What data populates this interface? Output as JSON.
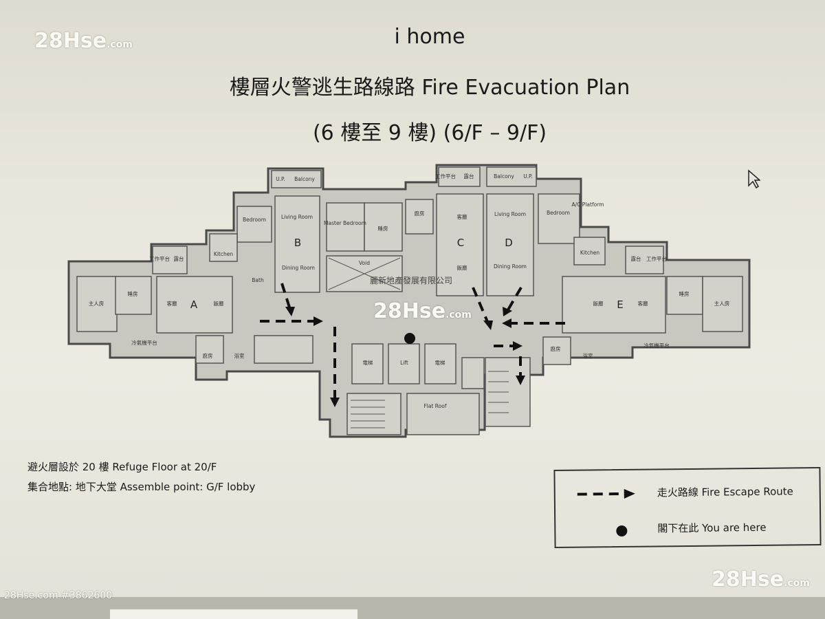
{
  "header": {
    "building": "i home",
    "plan_title": "樓層火警逃生路線路  Fire Evacuation Plan",
    "floors": "(6 樓至 9 樓) (6/F – 9/F)"
  },
  "watermark": {
    "brand": "28Hse",
    "suffix": ".com",
    "listing": "28Hse.com #3862600"
  },
  "plan": {
    "units": [
      "A",
      "B",
      "C",
      "D",
      "E"
    ],
    "rooms": {
      "up": "U.P.",
      "balcony": "Balcony",
      "bedroom": "Bedroom",
      "living_room": "Living Room",
      "master_bedroom": "Master Bedroom",
      "dining_room": "Dining Room",
      "kitchen": "Kitchen",
      "bath": "Bath",
      "lift": "Lift",
      "flat_roof": "Flat Roof",
      "void": "Void",
      "ac_platform": "A/C Platform",
      "cn_living": "客廳",
      "cn_dining": "飯廳",
      "cn_bedroom": "睡房",
      "cn_master": "主人房",
      "cn_kitchen": "廚房",
      "cn_bath": "浴室",
      "cn_lift": "電梯",
      "cn_balcony": "露台",
      "cn_ws": "工作平台",
      "cn_ac": "冷氣機平台"
    },
    "company": "麗新地產發展有限公司"
  },
  "notes": {
    "refuge": "避火層設於 20 樓 Refuge Floor at 20/F",
    "assembly": "集合地點: 地下大堂   Assemble point: G/F lobby"
  },
  "legend": {
    "route": "走火路線 Fire Escape Route",
    "here": "閣下在此  You are here"
  },
  "colors": {
    "plan_fill": "#c8c7c0",
    "wall": "#4a4a4a",
    "room": "#d2d1ca",
    "arrow": "#111111"
  }
}
